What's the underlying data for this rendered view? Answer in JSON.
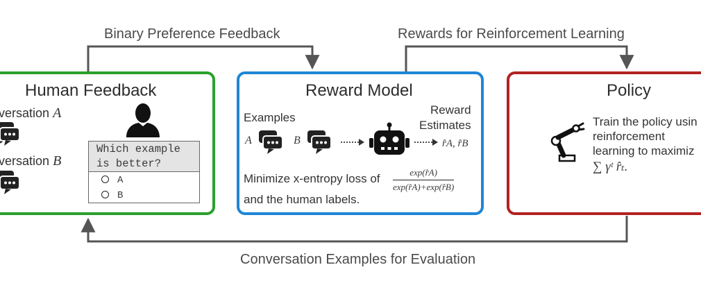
{
  "flows": {
    "top_left": "Binary Preference Feedback",
    "top_right": "Rewards for Reinforcement Learning",
    "bottom": "Conversation Examples for Evaluation"
  },
  "human": {
    "title": "Human Feedback",
    "conv_a_prefix": "versation",
    "conv_a_var": "A",
    "conv_b_prefix": "versation",
    "conv_b_var": "B",
    "question_line1": "Which example",
    "question_line2": "is better?",
    "option_a": "A",
    "option_b": "B",
    "color": "#2ca02c"
  },
  "reward": {
    "title": "Reward Model",
    "examples_label": "Examples",
    "estimates_line1": "Reward",
    "estimates_line2": "Estimates",
    "var_a": "A",
    "var_b": "B",
    "estimate_output": "r̂A, r̂B",
    "loss_text": "Minimize x-entropy loss of",
    "frac_num": "exp(r̂A)",
    "frac_den": "exp(r̂A)+exp(r̂B)",
    "loss_text2": "and the human labels.",
    "color": "#1f86d6"
  },
  "policy": {
    "title": "Policy",
    "line1": "Train the policy usin",
    "line2": "reinforcement",
    "line3": "learning to maximiz",
    "formula": "∑ γᵗ r̂ₜ.",
    "color": "#b22222"
  },
  "icons": [
    "chat-bubbles-icon",
    "person-icon",
    "robot-icon",
    "robot-arm-icon"
  ]
}
